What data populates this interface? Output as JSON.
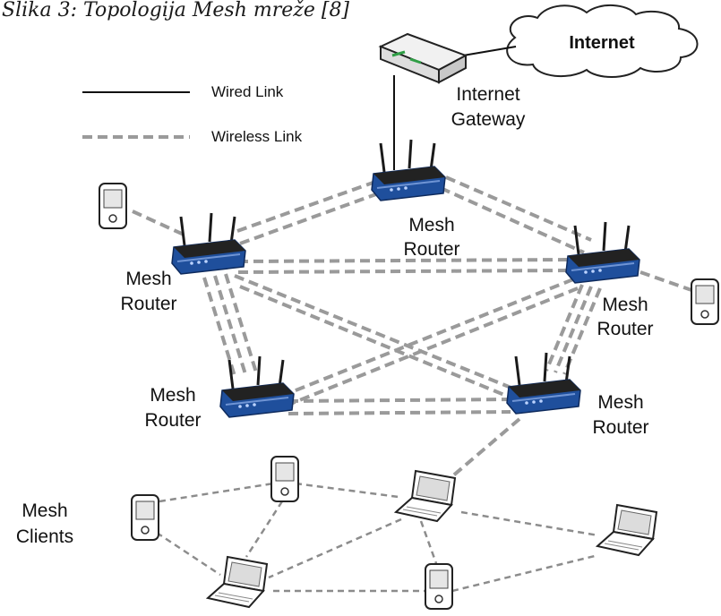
{
  "caption": "Slika 3: Topologija Mesh mreže [8]",
  "internet": "Internet",
  "gateway": {
    "line1": "Internet",
    "line2": "Gateway"
  },
  "legend": {
    "wired": "Wired Link",
    "wireless": "Wireless Link"
  },
  "routers": [
    {
      "line1": "Mesh",
      "line2": "Router"
    },
    {
      "line1": "Mesh",
      "line2": "Router"
    },
    {
      "line1": "Mesh",
      "line2": "Router"
    },
    {
      "line1": "Mesh",
      "line2": "Router"
    },
    {
      "line1": "Mesh",
      "line2": "Router"
    }
  ],
  "clients": {
    "line1": "Mesh",
    "line2": "Clients"
  },
  "colors": {
    "router": "#1f4f9c",
    "wireless": "#9a9a9a",
    "wired": "#111111"
  }
}
